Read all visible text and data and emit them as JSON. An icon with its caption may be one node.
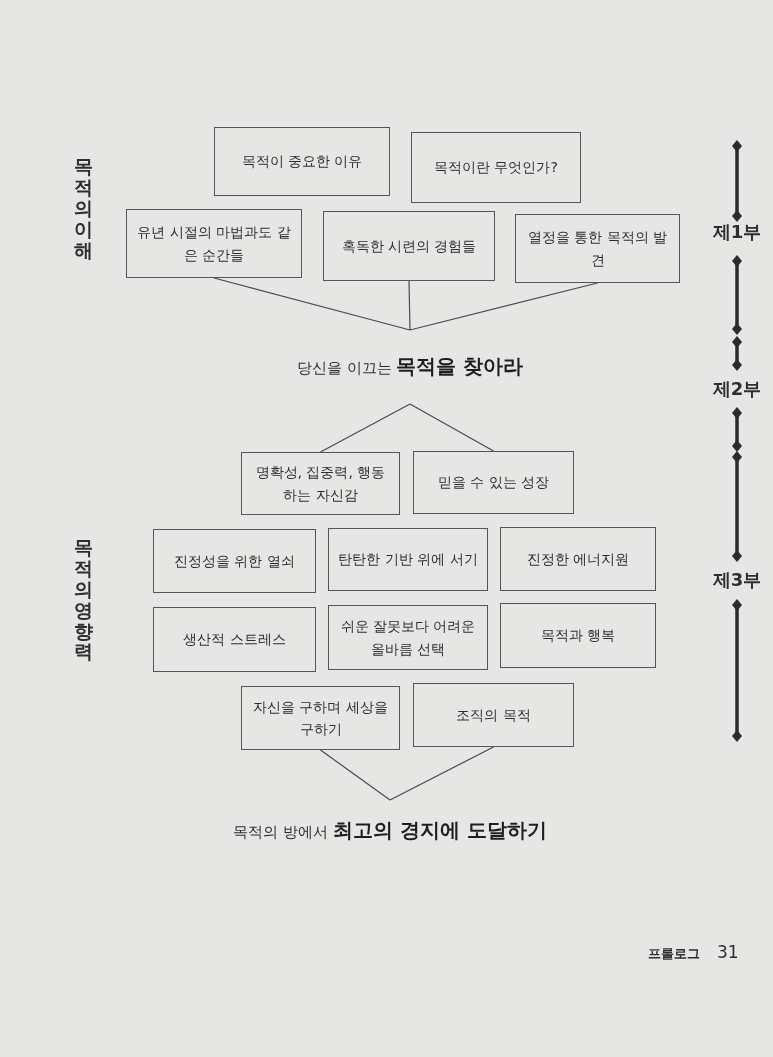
{
  "diagram": {
    "nodes": [
      {
        "text": [
          "목적이 중요한 이유"
        ]
      },
      {
        "text": [
          "목적이란 무엇인가?"
        ]
      },
      {
        "text": [
          "유년 시절의 마법과도 같은 순간들"
        ]
      },
      {
        "text": [
          "혹독한 시련의 경험들"
        ]
      },
      {
        "text": [
          "열정을 통한 목적의 발견"
        ]
      },
      {
        "text": [
          "당신을 이끄는 **목적을 찾아라**"
        ]
      },
      {
        "text": [
          "명확성, 집중력, 행동하는 자신감"
        ]
      },
      {
        "text": [
          "믿을 수 있는 성장"
        ]
      },
      {
        "text": [
          "진정성을 위한 열쇠"
        ]
      },
      {
        "text": [
          "탄탄한 기반 위에 서기"
        ]
      },
      {
        "text": [
          "진정한 에너지원"
        ]
      },
      {
        "text": [
          "생산적 스트레스"
        ]
      },
      {
        "text": [
          "쉬운 잘못보다 어려운 올바름 선택"
        ]
      },
      {
        "text": [
          "목적과 행복"
        ]
      },
      {
        "text": [
          "자신을 구하며 세상을 구하기"
        ]
      },
      {
        "text": [
          "조직의 목적"
        ]
      },
      {
        "text": [
          "목적의 방에서 **최고의 경지에 도달하기**"
        ]
      }
    ],
    "edges": [
      {
        "from": 2,
        "to": 5,
        "arrow": "none"
      },
      {
        "from": 3,
        "to": 5,
        "arrow": "none"
      },
      {
        "from": 4,
        "to": 5,
        "arrow": "none"
      },
      {
        "from": 5,
        "to": 6,
        "arrow": "none"
      },
      {
        "from": 5,
        "to": 7,
        "arrow": "none"
      },
      {
        "from": 14,
        "to": 16,
        "arrow": "none"
      },
      {
        "from": 15,
        "to": 16,
        "arrow": "none"
      }
    ],
    "labels": [
      "목적의 이해",
      "제1부",
      "제2부",
      "목적의 영향력",
      "제3부",
      "프롤로그",
      "31"
    ]
  }
}
